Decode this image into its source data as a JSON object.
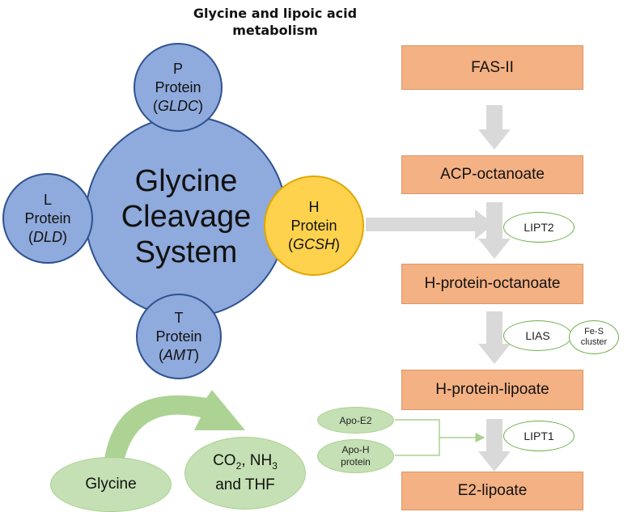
{
  "title": {
    "line1": "Glycine and lipoic acid",
    "line2": "metabolism"
  },
  "glycine_cleavage_system": {
    "line1": "Glycine",
    "line2": "Cleavage",
    "line3": "System"
  },
  "proteins": {
    "p": {
      "letter": "P",
      "word": "Protein",
      "gene": "GLDC"
    },
    "l": {
      "letter": "L",
      "word": "Protein",
      "gene": "DLD"
    },
    "h": {
      "letter": "H",
      "word": "Protein",
      "gene": "GCSH"
    },
    "t": {
      "letter": "T",
      "word": "Protein",
      "gene": "AMT"
    }
  },
  "pathway": {
    "fas2": "FAS-II",
    "acp_octanoate": "ACP-octanoate",
    "h_protein_octanoate": "H-protein-octanoate",
    "h_protein_lipoate": "H-protein-lipoate",
    "e2_lipoate": "E2-lipoate"
  },
  "enzymes": {
    "lipt2": "LIPT2",
    "lias": "LIAS",
    "fes_line1": "Fe-S",
    "fes_line2": "cluster",
    "lipt1": "LIPT1",
    "apo_e2": "Apo-E2",
    "apo_h_line1": "Apo-H",
    "apo_h_line2": "protein"
  },
  "reaction": {
    "substrate": "Glycine",
    "products_prefix": "CO",
    "products_sub2": "2",
    "products_mid": ", NH",
    "products_sub3": "3",
    "products_line2": "and THF"
  },
  "colors": {
    "gcs_blue": "#8faadc",
    "gcs_border": "#2f528f",
    "h_yellow": "#ffd24d",
    "box_orange": "#f4b183",
    "oval_green": "#c5e0b4",
    "outline_green": "#70ad47",
    "arrow_gray": "#d9d9d9"
  }
}
